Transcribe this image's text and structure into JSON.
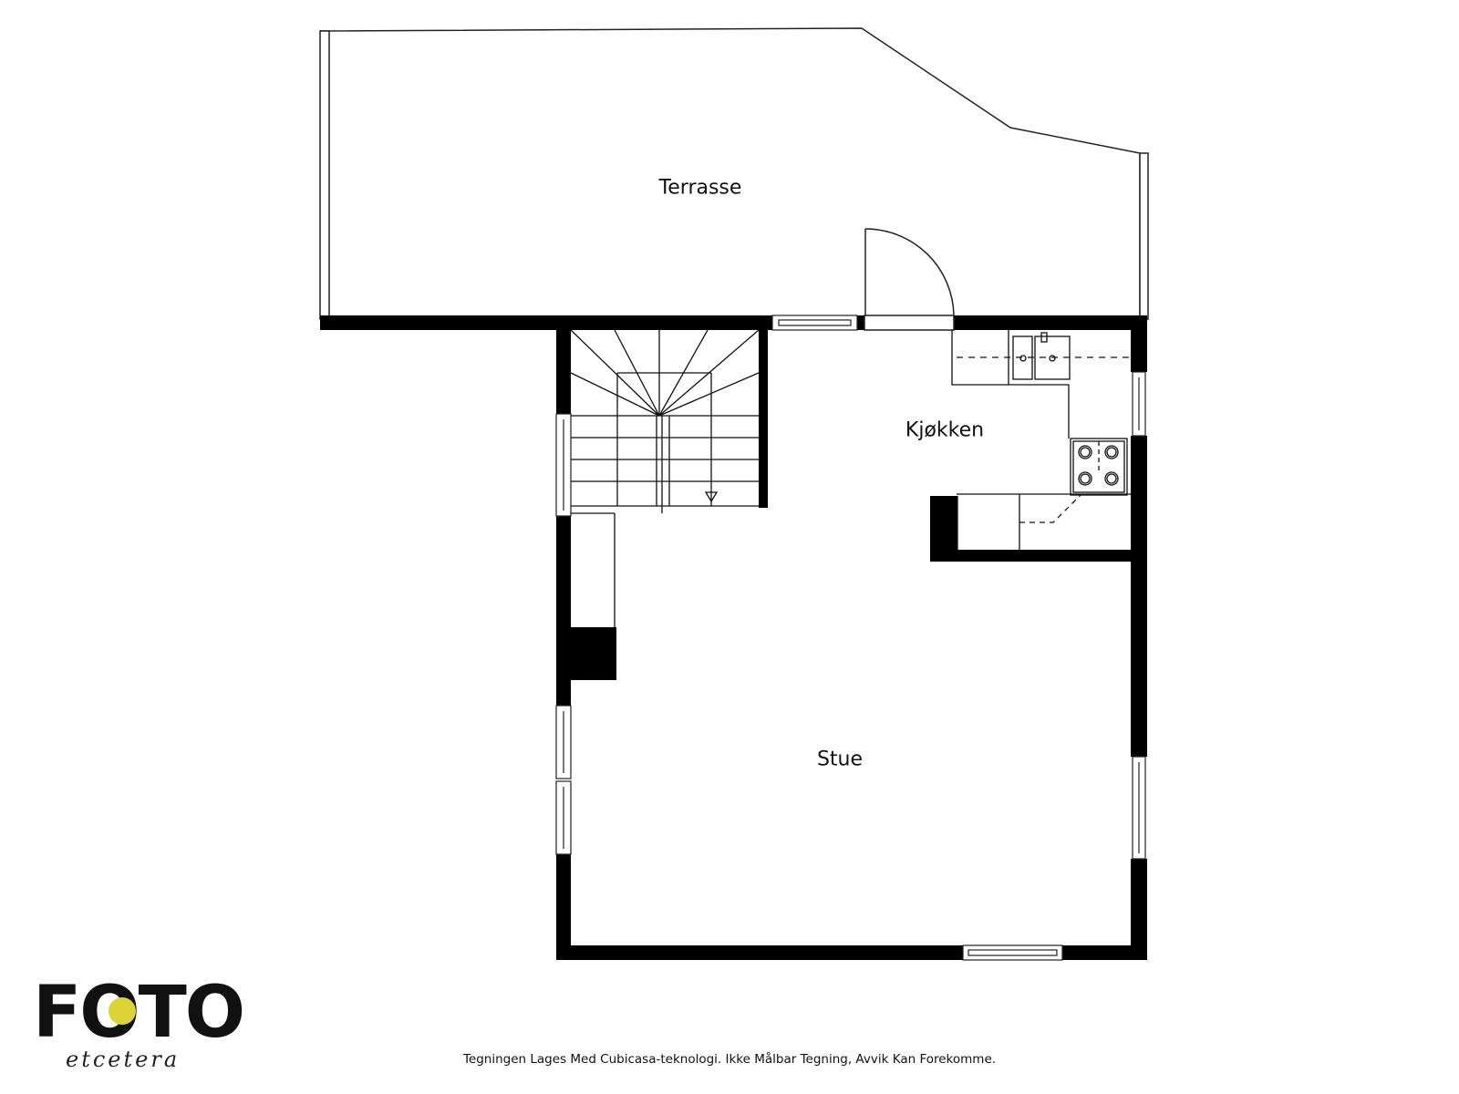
{
  "floorplan": {
    "rooms": [
      {
        "id": "terrasse",
        "label": "Terrasse"
      },
      {
        "id": "kjokken",
        "label": "Kjøkken"
      },
      {
        "id": "stue",
        "label": "Stue"
      }
    ],
    "wall_color": "#000000",
    "line_color": "#111111",
    "fixtures": [
      "staircase",
      "kitchen-sink",
      "stove",
      "fireplace",
      "terrace-door",
      "windows"
    ]
  },
  "branding": {
    "logo_text": "FOTO",
    "logo_subtext": "etcetera",
    "logo_accent_color": "#dcd334"
  },
  "footer": {
    "disclaimer": "Tegningen Lages Med Cubicasa-teknologi. Ikke Målbar Tegning, Avvik Kan Forekomme."
  }
}
